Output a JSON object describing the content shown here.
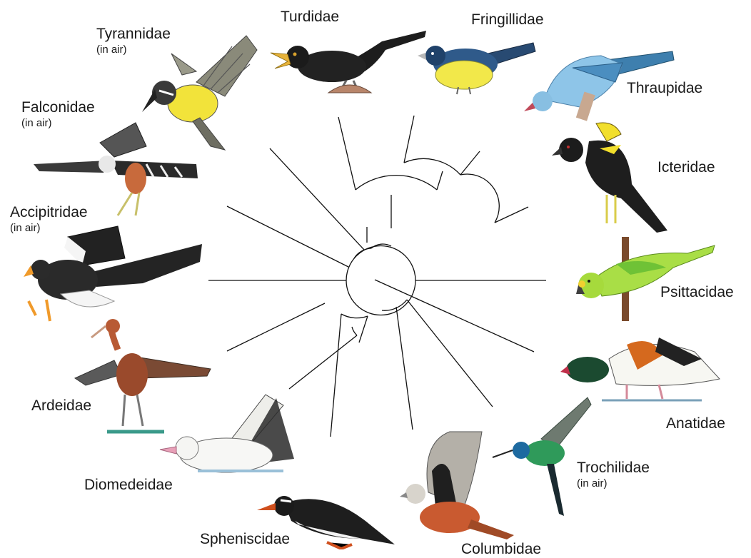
{
  "taxa": [
    {
      "key": "tyrannidae",
      "name": "Tyrannidae",
      "note": "(in air)",
      "icon": "kingbird-icon"
    },
    {
      "key": "turdidae",
      "name": "Turdidae",
      "note": "",
      "icon": "blackbird-icon"
    },
    {
      "key": "fringillidae",
      "name": "Fringillidae",
      "note": "",
      "icon": "euphonia-icon"
    },
    {
      "key": "thraupidae",
      "name": "Thraupidae",
      "note": "",
      "icon": "tanager-icon"
    },
    {
      "key": "icteridae",
      "name": "Icteridae",
      "note": "",
      "icon": "blackbird-icteridae-icon"
    },
    {
      "key": "psittacidae",
      "name": "Psittacidae",
      "note": "",
      "icon": "parrot-icon"
    },
    {
      "key": "anatidae",
      "name": "Anatidae",
      "note": "",
      "icon": "shelduck-icon"
    },
    {
      "key": "trochilidae",
      "name": "Trochilidae",
      "note": "(in air)",
      "icon": "hummingbird-icon"
    },
    {
      "key": "columbidae",
      "name": "Columbidae",
      "note": "",
      "icon": "dove-icon"
    },
    {
      "key": "spheniscidae",
      "name": "Spheniscidae",
      "note": "",
      "icon": "penguin-icon"
    },
    {
      "key": "diomedeidae",
      "name": "Diomedeidae",
      "note": "",
      "icon": "albatross-icon"
    },
    {
      "key": "ardeidae",
      "name": "Ardeidae",
      "note": "",
      "icon": "heron-icon"
    },
    {
      "key": "accipitridae",
      "name": "Accipitridae",
      "note": "(in air)",
      "icon": "eagle-icon"
    },
    {
      "key": "falconidae",
      "name": "Falconidae",
      "note": "(in air)",
      "icon": "falcon-icon"
    }
  ]
}
